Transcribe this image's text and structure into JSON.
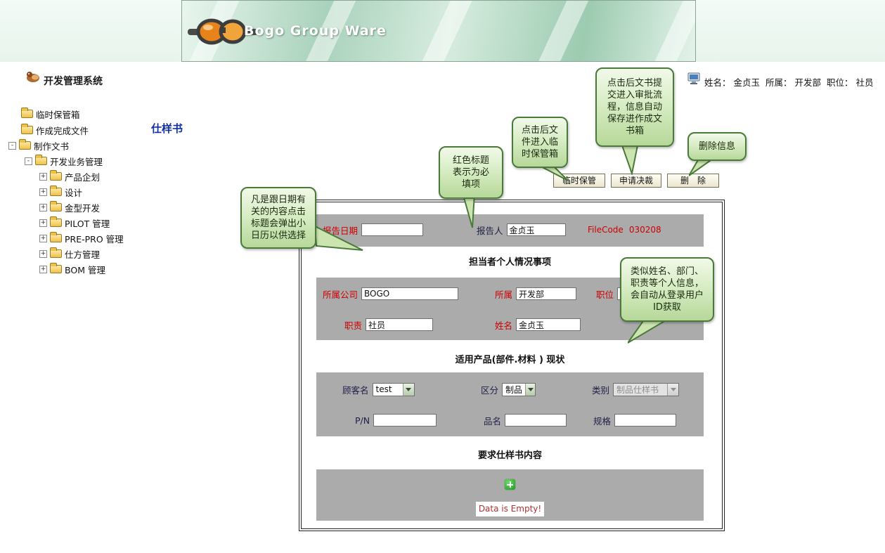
{
  "banner": {
    "title": "Bogo Group Ware"
  },
  "header": {
    "system_title": "开发管理系统",
    "user": {
      "name_label": "姓名：",
      "name": "金贞玉",
      "dept_label": "所属：",
      "dept": "开发部",
      "position_label": "职位：",
      "position": "社员"
    }
  },
  "sidebar": {
    "items": [
      {
        "label": "临时保管箱",
        "expand": ""
      },
      {
        "label": "作成完成文件",
        "expand": ""
      },
      {
        "label": "制作文书",
        "expand": "-"
      },
      {
        "label": "开发业务管理",
        "expand": "-"
      },
      {
        "label": "产品企划",
        "expand": "+"
      },
      {
        "label": "设计",
        "expand": "+"
      },
      {
        "label": "金型开发",
        "expand": "+"
      },
      {
        "label": "PILOT 管理",
        "expand": "+"
      },
      {
        "label": "PRE-PRO 管理",
        "expand": "+"
      },
      {
        "label": "仕方管理",
        "expand": "+"
      },
      {
        "label": "BOM 管理",
        "expand": "+"
      }
    ]
  },
  "page": {
    "title": "仕样书"
  },
  "toolbar": {
    "save_temp": "临时保管",
    "submit": "申请决裁",
    "delete": "删　除"
  },
  "form": {
    "report_date_label": "报告日期",
    "reporter_label": "报告人",
    "reporter_value": "金贞玉",
    "filecode_label": "FileCode",
    "filecode_value": "030208",
    "section_person": "担当者个人情况事项",
    "company_label": "所属公司",
    "company_value": "BOGO",
    "dept_label": "所属",
    "dept_value": "开发部",
    "position_label": "职位",
    "position_value": "",
    "duty_label": "职责",
    "duty_value": "社员",
    "name_label": "姓名",
    "name_value": "金贞玉",
    "section_product": "适用产品(部件.材料 ) 现状",
    "customer_label": "顾客名",
    "customer_value": "test",
    "division_label": "区分",
    "division_value": "制品",
    "type_label": "类别",
    "type_value": "制品仕样书",
    "pn_label": "P/N",
    "pname_label": "品名",
    "spec_label": "规格",
    "section_content": "要求仕样书内容",
    "empty_text": "Data is Empty!"
  },
  "callouts": [
    {
      "text": "凡是跟日期有关的内容点击标题会弹出小日历以供选择"
    },
    {
      "text": "红色标题表示为必填项"
    },
    {
      "text": "点击后文件进入临时保管箱"
    },
    {
      "text": "点击后文书提交进入审批流程，信息自动保存进作成文书箱"
    },
    {
      "text": "删除信息"
    },
    {
      "text": "类似姓名、部门、职责等个人信息，会自动从登录用户ID获取"
    }
  ]
}
